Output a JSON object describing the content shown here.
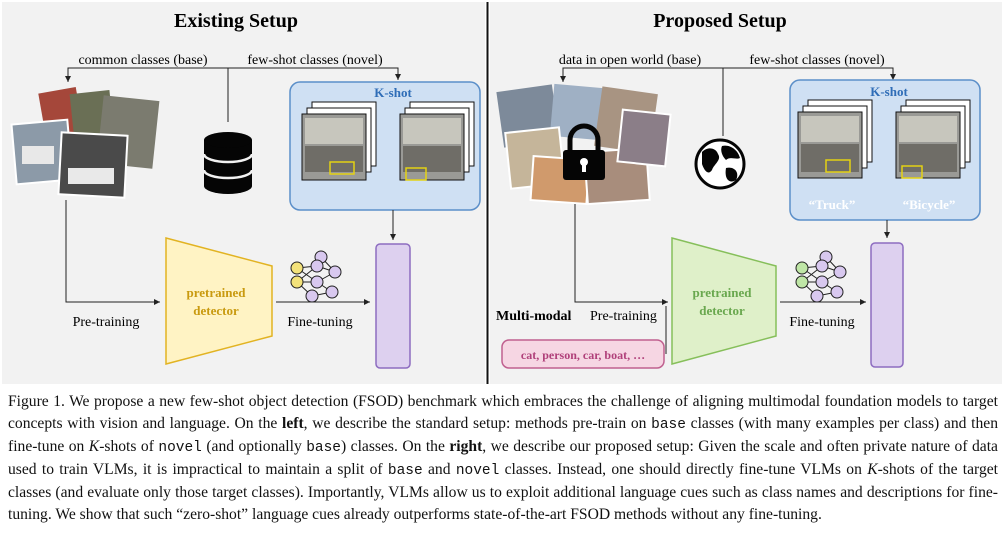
{
  "left": {
    "title": "Existing Setup",
    "label_base": "common classes (base)",
    "label_novel": "few-shot classes (novel)",
    "kshot_title": "K-shot",
    "detector_line1": "pretrained",
    "detector_line2": "detector",
    "pretraining": "Pre-training",
    "finetuning": "Fine-tuning"
  },
  "right": {
    "title": "Proposed Setup",
    "label_base": "data in open world (base)",
    "label_novel": "few-shot classes (novel)",
    "kshot_title": "K-shot",
    "class1": "“Truck”",
    "class2": "“Bicycle”",
    "detector_line1": "pretrained",
    "detector_line2": "detector",
    "multimodal": "Multi-modal",
    "pretraining": "Pre-training",
    "finetuning": "Fine-tuning",
    "text_prompt": "cat, person, car, boat, …"
  },
  "caption": {
    "fig": "Figure 1.",
    "s1": " We propose a new few-shot object detection (FSOD) benchmark which embraces the challenge of aligning multimodal foundation models to target concepts with vision and language. On the ",
    "left_word": "left",
    "s2": ", we describe the standard setup: methods pre-train on ",
    "base1": "base",
    "s3": " classes (with many examples per class) and then fine-tune on ",
    "k1": "K",
    "s4": "-shots of ",
    "novel1": "novel",
    "s5": " (and optionally ",
    "base2": "base",
    "s6": ") classes. On the ",
    "right_word": "right",
    "s7": ", we describe our proposed setup: Given the scale and often private nature of data used to train VLMs, it is impractical to maintain a split of ",
    "base3": "base",
    "s8": " and ",
    "novel2": "novel",
    "s9": " classes. Instead, one should directly fine-tune VLMs on ",
    "k2": "K",
    "s10": "-shots of the target classes (and evaluate only those target classes). Importantly, VLMs allow us to exploit additional language cues such as class names and descriptions for fine-tuning. We show that such “zero-shot” language cues already outperforms state-of-the-art FSOD methods without any fine-tuning."
  },
  "colors": {
    "panel_bg": "#f2f2f2",
    "kshot_fill": "#cfe0f3",
    "kshot_stroke": "#5b8fc9",
    "detector_left_fill": "#fff3c4",
    "detector_left_stroke": "#e2b322",
    "detector_left_text": "#c99a10",
    "detector_right_fill": "#dff0c9",
    "detector_right_stroke": "#86bf5a",
    "detector_right_text": "#6aa84f",
    "output_fill": "#ddd0ef",
    "output_stroke": "#8d6cc0",
    "prompt_fill": "#f6d6e3",
    "prompt_stroke": "#c0608f",
    "prompt_text": "#b0407a"
  },
  "icons": [
    "photo-collage-icon",
    "database-icon",
    "lock-icon",
    "globe-icon",
    "neural-network-icon",
    "street-image-icon"
  ]
}
